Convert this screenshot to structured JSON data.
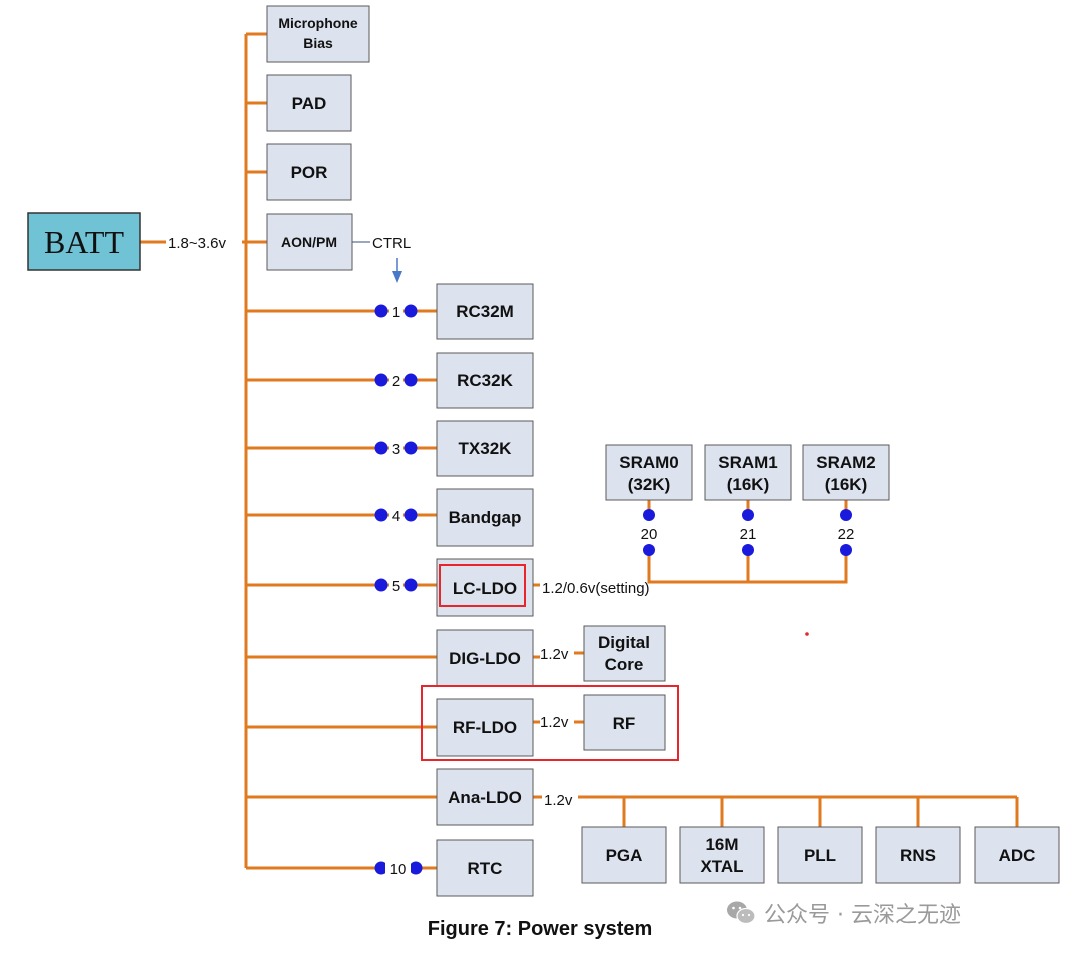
{
  "diagram": {
    "battery": "BATT",
    "input_voltage": "1.8~3.6v",
    "ctrl": "CTRL",
    "blocks": {
      "microphone_bias": [
        "Microphone",
        "Bias"
      ],
      "pad": "PAD",
      "por": "POR",
      "aon_pm": "AON/PM",
      "rc32m": "RC32M",
      "rc32k": "RC32K",
      "tx32k": "TX32K",
      "bandgap": "Bandgap",
      "lc_ldo": "LC-LDO",
      "dig_ldo": "DIG-LDO",
      "rf_ldo": "RF-LDO",
      "ana_ldo": "Ana-LDO",
      "rtc": "RTC",
      "digital_core": [
        "Digital",
        "Core"
      ],
      "rf": "RF",
      "sram0": [
        "SRAM0",
        "(32K)"
      ],
      "sram1": [
        "SRAM1",
        "(16K)"
      ],
      "sram2": [
        "SRAM2",
        "(16K)"
      ],
      "pga": "PGA",
      "xtal": [
        "16M",
        "XTAL"
      ],
      "pll": "PLL",
      "rns": "RNS",
      "adc": "ADC"
    },
    "switches": [
      "1",
      "2",
      "3",
      "4",
      "5",
      "10"
    ],
    "sram_switches": [
      "20",
      "21",
      "22"
    ],
    "lc_ldo_output": "1.2/0.6v(setting)",
    "dig_ldo_output": "1.2v",
    "rf_ldo_output": "1.2v",
    "ana_ldo_output": "1.2v",
    "colors": {
      "wire": "#e07a1f",
      "switch": "#1a1adc",
      "highlight": "#e8252a",
      "battery": "#6fc3d5",
      "block": "#dde3ee"
    }
  },
  "caption": "Figure 7: Power system",
  "watermark": "公众号 · 云深之无迹"
}
